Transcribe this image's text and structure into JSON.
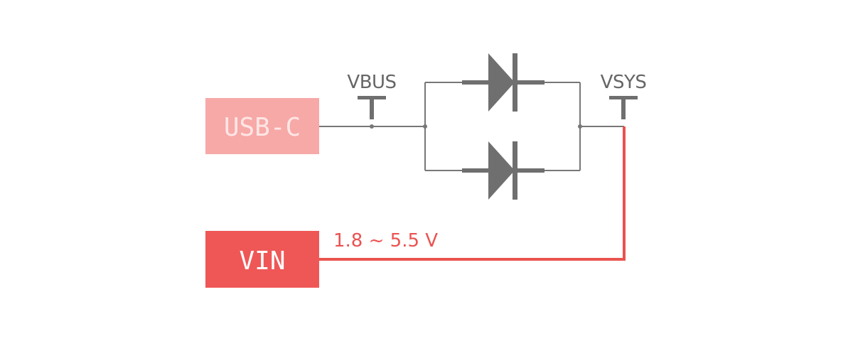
{
  "colors": {
    "usb_box": "#f6a9a7",
    "usb_text": "#ffe6e5",
    "vin_box": "#ef5756",
    "vin_text": "#ffffff",
    "active_wire": "#e9534f",
    "range_text": "#ea5351"
  },
  "sources": {
    "usb": {
      "label": "USB-C"
    },
    "vin": {
      "label": "VIN"
    }
  },
  "nets": {
    "vbus": {
      "label": "VBUS"
    },
    "vsys": {
      "label": "VSYS"
    }
  },
  "vin_range": {
    "label": "1.8 ~ 5.5 V"
  },
  "diodes": [
    {
      "name": "diode-top"
    },
    {
      "name": "diode-bottom"
    }
  ]
}
